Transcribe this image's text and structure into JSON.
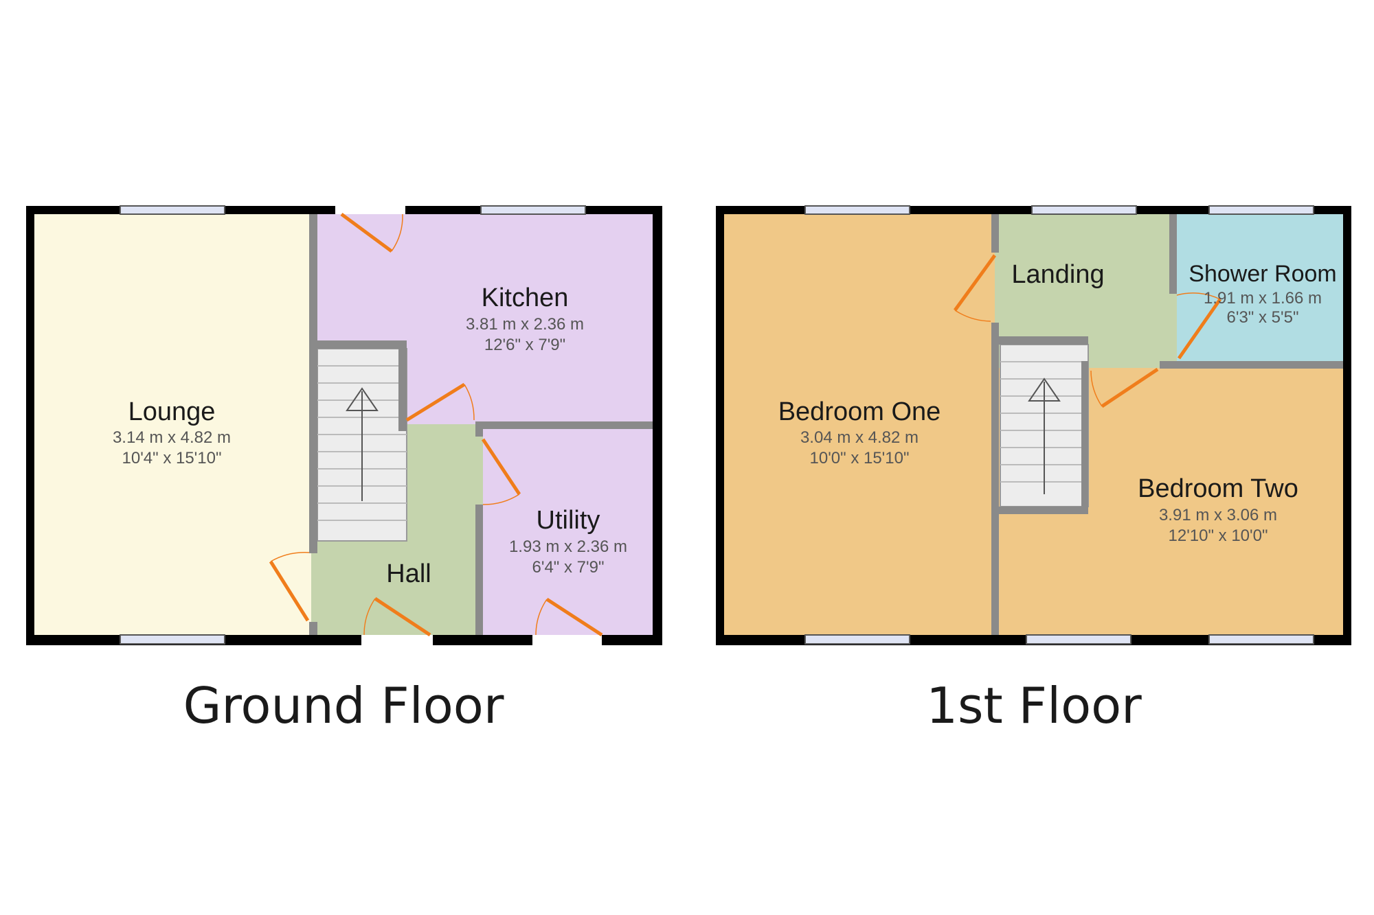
{
  "colors": {
    "lounge": "#fcf8e0",
    "kitchen": "#e4d0f0",
    "utility": "#e4d0f0",
    "hall": "#c5d4ad",
    "landing": "#c5d4ad",
    "bedroom": "#f0c887",
    "shower_room": "#b1dde3",
    "outer_wall": "#000000",
    "inner_wall": "#8a8a8a",
    "door": "#f07d1b",
    "window": "#dfe4f4",
    "stairs": "#ededed"
  },
  "ground_floor": {
    "title": "Ground Floor",
    "rooms": {
      "lounge": {
        "name": "Lounge",
        "dim_m": "3.14 m x 4.82 m",
        "dim_ft": "10'4\" x 15'10\""
      },
      "kitchen": {
        "name": "Kitchen",
        "dim_m": "3.81 m x 2.36 m",
        "dim_ft": "12'6\" x 7'9\""
      },
      "utility": {
        "name": "Utility",
        "dim_m": "1.93 m x 2.36 m",
        "dim_ft": "6'4\" x 7'9\""
      },
      "hall": {
        "name": "Hall"
      }
    }
  },
  "first_floor": {
    "title": "1st Floor",
    "rooms": {
      "bedroom_one": {
        "name": "Bedroom One",
        "dim_m": "3.04 m x 4.82 m",
        "dim_ft": "10'0\" x 15'10\""
      },
      "landing": {
        "name": "Landing"
      },
      "shower_room": {
        "name": "Shower Room",
        "dim_m": "1.91 m x 1.66 m",
        "dim_ft": "6'3\" x 5'5\""
      },
      "bedroom_two": {
        "name": "Bedroom Two",
        "dim_m": "3.91 m x 3.06 m",
        "dim_ft": "12'10\" x 10'0\""
      }
    }
  }
}
